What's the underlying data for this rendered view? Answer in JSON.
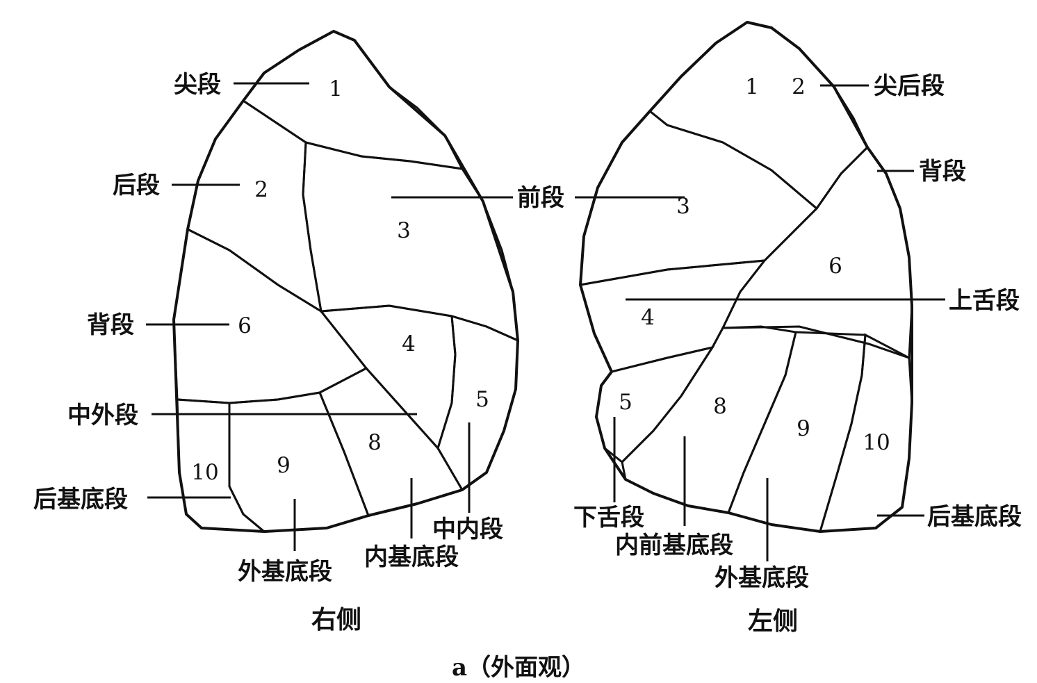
{
  "right_lung": {
    "side_label": "右侧",
    "segments": {
      "s1": "1",
      "s2": "2",
      "s3": "3",
      "s4": "4",
      "s5": "5",
      "s6": "6",
      "s8": "8",
      "s9": "9",
      "s10": "10"
    },
    "labels": {
      "apical": "尖段",
      "posterior": "后段",
      "anterior": "前段",
      "superior": "背段",
      "lateral_middle": "中外段",
      "posterior_basal": "后基底段",
      "lateral_basal": "外基底段",
      "medial_basal": "内基底段",
      "medial_middle": "中内段"
    }
  },
  "left_lung": {
    "side_label": "左侧",
    "segments": {
      "s1": "1",
      "s2": "2",
      "s3": "3",
      "s4": "4",
      "s5": "5",
      "s6": "6",
      "s8": "8",
      "s9": "9",
      "s10": "10"
    },
    "labels": {
      "apicoposterior": "尖后段",
      "superior": "背段",
      "superior_lingular": "上舌段",
      "inferior_lingular": "下舌段",
      "anteromedial_basal": "内前基底段",
      "lateral_basal": "外基底段",
      "posterior_basal": "后基底段"
    }
  },
  "caption": "a（外面观）"
}
